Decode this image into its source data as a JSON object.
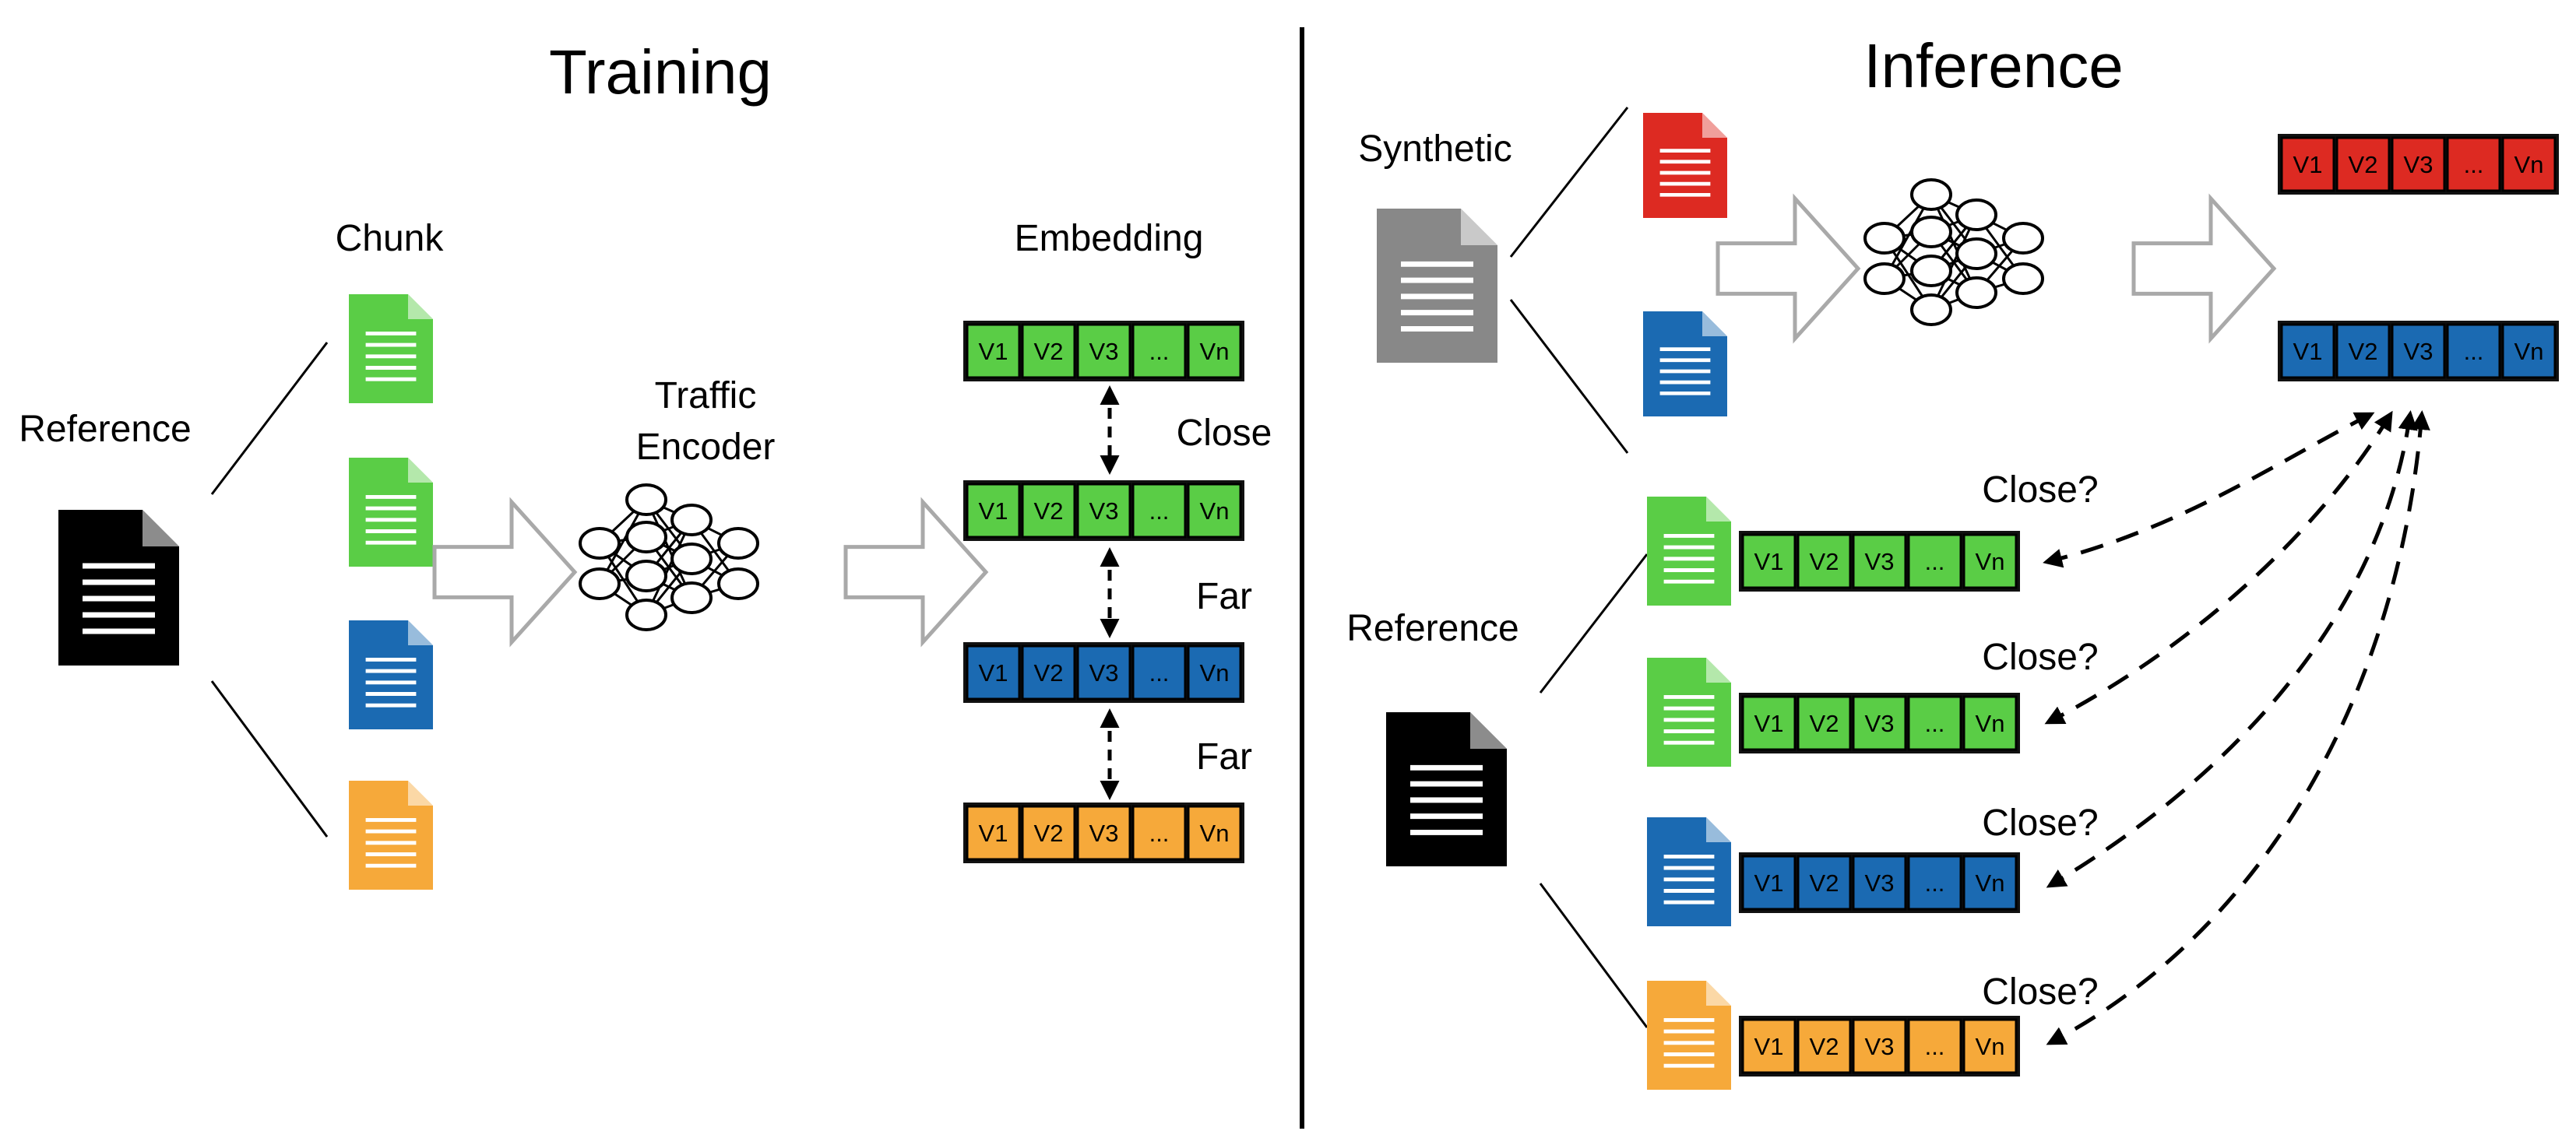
{
  "colors": {
    "green": "#5acd46",
    "blue": "#1b6ab2",
    "orange": "#f6a93a",
    "red": "#dd2a22",
    "black": "#000000",
    "gray": "#888888",
    "arrow_outline": "#a9a9a9"
  },
  "training": {
    "title": "Training",
    "reference_label": "Reference",
    "chunk_label": "Chunk",
    "encoder_label_line1": "Traffic",
    "encoder_label_line2": "Encoder",
    "embedding_label": "Embedding",
    "chunk_colors": [
      "green",
      "green",
      "blue",
      "orange"
    ],
    "embedding_rows": [
      {
        "color": "green",
        "cells": [
          "V1",
          "V2",
          "V3",
          "...",
          "Vn"
        ]
      },
      {
        "color": "green",
        "cells": [
          "V1",
          "V2",
          "V3",
          "...",
          "Vn"
        ]
      },
      {
        "color": "blue",
        "cells": [
          "V1",
          "V2",
          "V3",
          "...",
          "Vn"
        ]
      },
      {
        "color": "orange",
        "cells": [
          "V1",
          "V2",
          "V3",
          "...",
          "Vn"
        ]
      }
    ],
    "relations": [
      "Close",
      "Far",
      "Far"
    ]
  },
  "inference": {
    "title": "Inference",
    "synthetic_label": "Synthetic",
    "reference_label": "Reference",
    "synthetic_chunk_colors": [
      "red",
      "blue"
    ],
    "synthetic_embeddings": [
      {
        "color": "red",
        "cells": [
          "V1",
          "V2",
          "V3",
          "...",
          "Vn"
        ]
      },
      {
        "color": "blue",
        "cells": [
          "V1",
          "V2",
          "V3",
          "...",
          "Vn"
        ]
      }
    ],
    "reference_embeddings": [
      {
        "color": "green",
        "cells": [
          "V1",
          "V2",
          "V3",
          "...",
          "Vn"
        ]
      },
      {
        "color": "green",
        "cells": [
          "V1",
          "V2",
          "V3",
          "...",
          "Vn"
        ]
      },
      {
        "color": "blue",
        "cells": [
          "V1",
          "V2",
          "V3",
          "...",
          "Vn"
        ]
      },
      {
        "color": "orange",
        "cells": [
          "V1",
          "V2",
          "V3",
          "...",
          "Vn"
        ]
      }
    ],
    "query_labels": [
      "Close?",
      "Close?",
      "Close?",
      "Close?"
    ]
  }
}
